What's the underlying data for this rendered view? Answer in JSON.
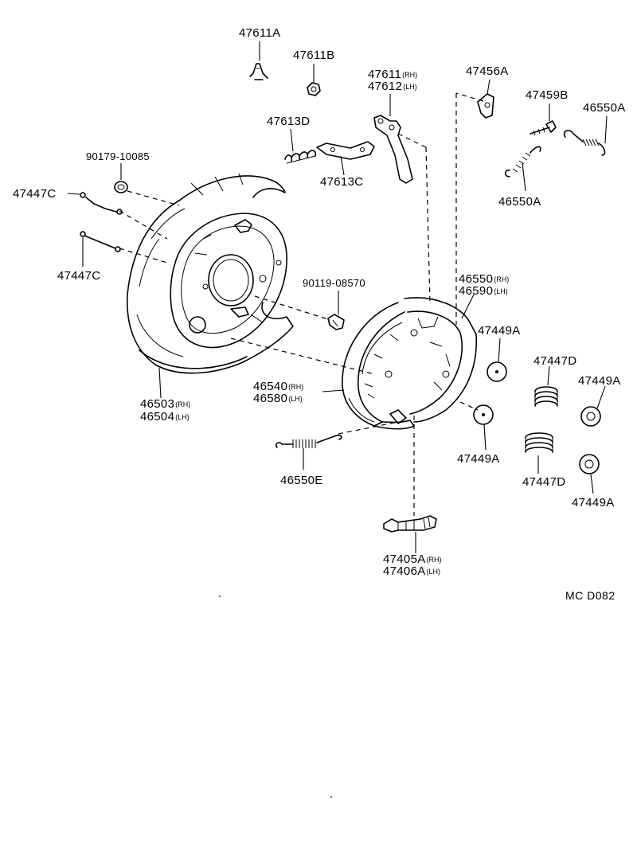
{
  "diagram_code": "MC  D082",
  "parts": {
    "p47611A_top": {
      "number": "47611A"
    },
    "p47611B": {
      "number": "47611B"
    },
    "p47611": {
      "number": "47611",
      "suffix": "(RH)"
    },
    "p47612": {
      "number": "47612",
      "suffix": "(LH)"
    },
    "p47456A": {
      "number": "47456A"
    },
    "p47459B": {
      "number": "47459B"
    },
    "p46550A_right": {
      "number": "46550A"
    },
    "p47613D": {
      "number": "47613D"
    },
    "p47613C": {
      "number": "47613C"
    },
    "p46550A_mid": {
      "number": "46550A"
    },
    "p90179": {
      "number": "90179-10085"
    },
    "p47447C_top": {
      "number": "47447C"
    },
    "p47447C_bottom": {
      "number": "47447C"
    },
    "p90119": {
      "number": "90119-08570"
    },
    "p46550": {
      "number": "46550",
      "suffix": "(RH)"
    },
    "p46590": {
      "number": "46590",
      "suffix": "(LH)"
    },
    "p47449A_a": {
      "number": "47449A"
    },
    "p47447D_a": {
      "number": "47447D"
    },
    "p47449A_b": {
      "number": "47449A"
    },
    "p46503": {
      "number": "46503",
      "suffix": "(RH)"
    },
    "p46504": {
      "number": "46504",
      "suffix": "(LH)"
    },
    "p46540": {
      "number": "46540",
      "suffix": "(RH)"
    },
    "p46580": {
      "number": "46580",
      "suffix": "(LH)"
    },
    "p47449A_c": {
      "number": "47449A"
    },
    "p47447D_b": {
      "number": "47447D"
    },
    "p47449A_d": {
      "number": "47449A"
    },
    "p46550E": {
      "number": "46550E"
    },
    "p47405A": {
      "number": "47405A",
      "suffix": "(RH)"
    },
    "p47406A": {
      "number": "47406A",
      "suffix": "(LH)"
    }
  }
}
